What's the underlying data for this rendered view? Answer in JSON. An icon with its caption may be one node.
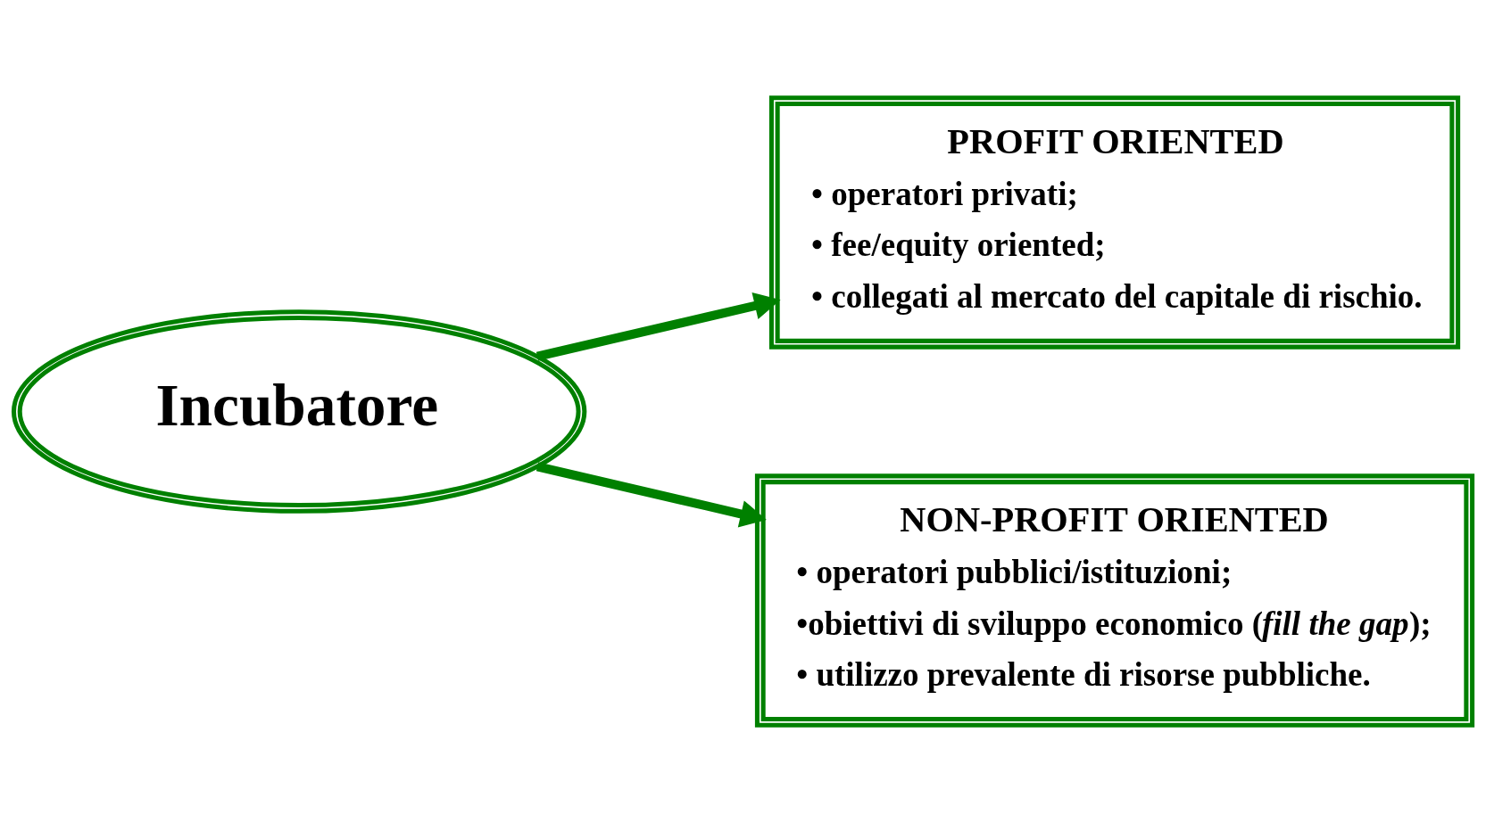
{
  "diagram": {
    "nodes": [
      {
        "text": [
          "Incubatore"
        ]
      },
      {
        "text": [
          "PROFIT ORIENTED",
          "• operatori privati;",
          "• fee/equity oriented;",
          "• collegati al mercato del capitale di rischio."
        ]
      },
      {
        "text": [
          "NON-PROFIT ORIENTED",
          "• operatori pubblici/istituzioni;",
          "•obiettivi di sviluppo economico (*fill the gap*);",
          "• utilizzo prevalente di risorse pubbliche."
        ]
      }
    ],
    "edges": [
      {
        "from": 0,
        "to": 1,
        "arrow": "to"
      },
      {
        "from": 0,
        "to": 2,
        "arrow": "to"
      }
    ]
  }
}
